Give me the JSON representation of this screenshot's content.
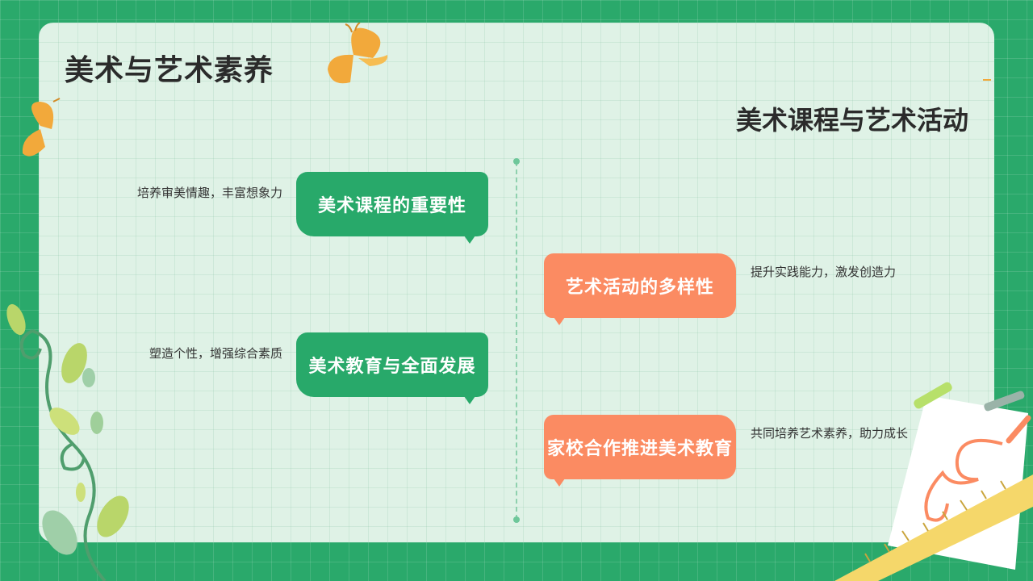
{
  "slide": {
    "title": "美术与艺术素养",
    "subtitle": "美术课程与艺术活动"
  },
  "left_items": [
    {
      "label": "美术课程的重要性",
      "note": "培养审美情趣，丰富想象力"
    },
    {
      "label": "美术教育与全面发展",
      "note": "塑造个性，增强综合素质"
    }
  ],
  "right_items": [
    {
      "label": "艺术活动的多样性",
      "note": "提升实践能力，激发创造力"
    },
    {
      "label": "家校合作推进美术教育",
      "note": "共同培养艺术素养，助力成长"
    }
  ],
  "colors": {
    "background": "#2aa96b",
    "board": "#dff2e6",
    "green_bubble": "#28a96a",
    "orange_bubble": "#fb8b62",
    "butterfly": "#f2a93b"
  },
  "icons": {
    "top_butterfly": "butterfly-icon",
    "left_butterfly": "butterfly-icon",
    "plant": "vine-leaves-decoration",
    "drawing_paper": "paper-with-doodle-decoration",
    "ruler": "ruler-decoration"
  }
}
